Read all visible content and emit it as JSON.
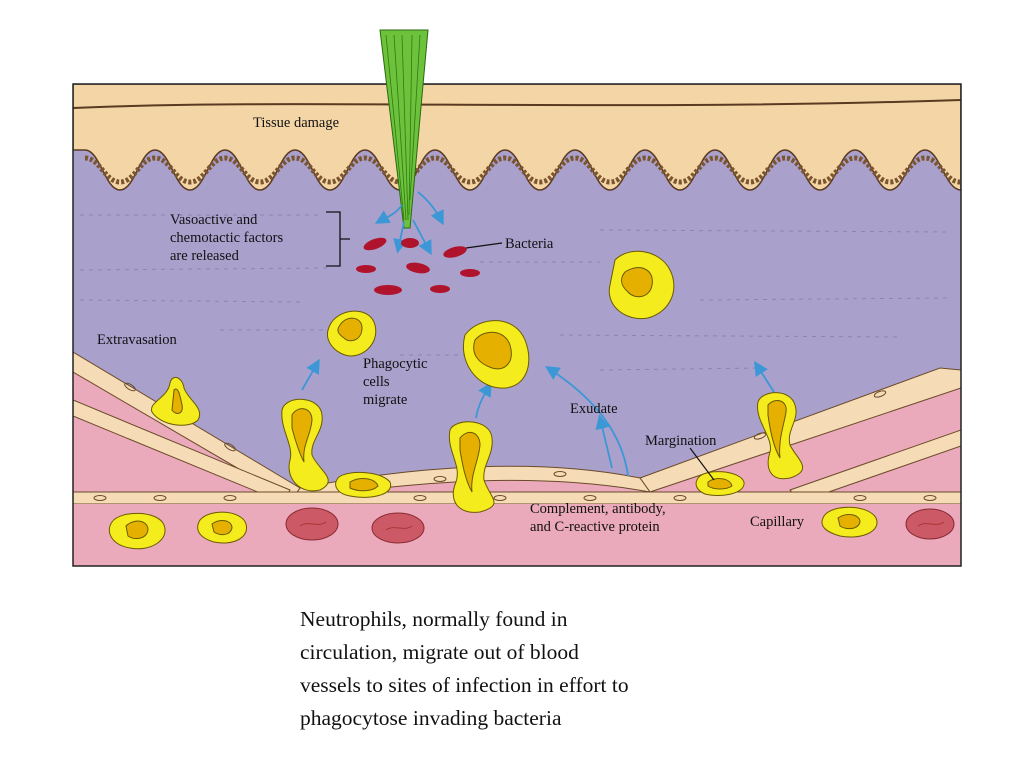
{
  "diagram": {
    "labels": {
      "tissue_damage": "Tissue damage",
      "vasoactive_line1": "Vasoactive and",
      "vasoactive_line2": "chemotactic factors",
      "vasoactive_line3": "are released",
      "bacteria": "Bacteria",
      "extravasation": "Extravasation",
      "phagocytic_line1": "Phagocytic",
      "phagocytic_line2": "cells",
      "phagocytic_line3": "migrate",
      "exudate": "Exudate",
      "margination": "Margination",
      "complement_line1": "Complement, antibody,",
      "complement_line2": "and C-reactive protein",
      "capillary": "Capillary"
    },
    "colors": {
      "skin": "#f4d6a6",
      "tissue": "#aaa0cc",
      "blood": "#ebaabb",
      "vessel_wall": "#f6dcb6",
      "neutrophil": "#f5ec1e",
      "nucleus": "#e6b000",
      "bacteria": "#b0142c",
      "rbc": "#cc5a66",
      "thorn": "#6cc23a",
      "arrow": "#3b97d6"
    }
  },
  "caption": {
    "line1": "Neutrophils, normally found in",
    "line2": "circulation, migrate out of blood",
    "line3": "vessels to sites of infection in effort to",
    "line4": "phagocytose invading bacteria"
  }
}
